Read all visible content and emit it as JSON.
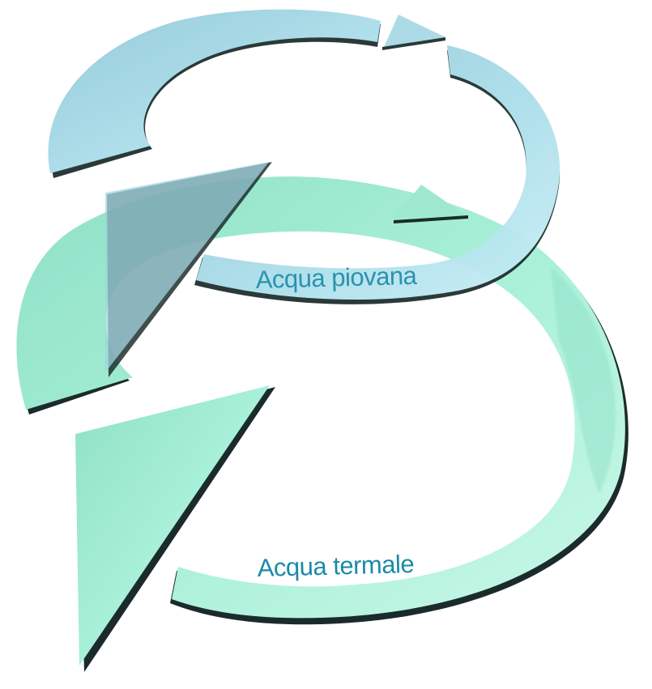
{
  "diagram": {
    "cycles": [
      {
        "id": "upper",
        "label": "Acqua piovana",
        "color": "#a9dde9",
        "shade_color": "#7fbcd2",
        "label_color": "#1a8aa8"
      },
      {
        "id": "lower",
        "label": "Acqua termale",
        "color": "#a8f0d8",
        "shade_color": "#7fd9bd",
        "label_color": "#1a8aa8"
      }
    ]
  }
}
